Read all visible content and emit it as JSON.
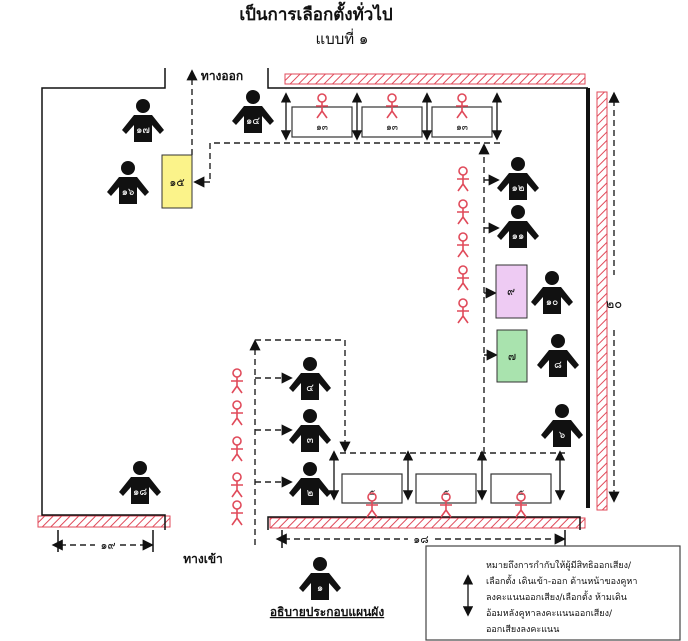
{
  "title": "เป็นการเลือกตั้งทั่วไป",
  "subtitle": "แบบที่ ๑",
  "exit_label": "ทางออก",
  "entrance_label": "ทางเข้า",
  "dimensions": {
    "right": "๒๐",
    "bottom_left": "๑๙",
    "bottom_right": "๑๘"
  },
  "persons": {
    "p17": "๑๗",
    "p16": "๑๖",
    "p14": "๑๔",
    "p12": "๑๒",
    "p11": "๑๑",
    "p10": "๑๐",
    "p8": "๘",
    "p6": "๖",
    "p4": "๔",
    "p3": "๓",
    "p2": "๒",
    "p18": "๑๘",
    "p1": "๑"
  },
  "boxes": {
    "ballot_box": "๑๕",
    "top_booth": "๑๓",
    "purple_table": "๙",
    "green_table": "๗",
    "bottom_booth": "๕"
  },
  "colors": {
    "yellow": "#fbf38a",
    "purple": "#eecbf3",
    "green": "#a9e3ae",
    "red": "#e04a5a"
  },
  "legend": {
    "caption": "อธิบายประกอบแผนผัง",
    "lines": [
      "หมายถึงการกำกับให้ผู้มีสิทธิออกเสียง/",
      "เลือกตั้ง เดินเข้า-ออก ด้านหน้าของคูหา",
      "ลงคะแนนออกเสียง/เลือกตั้ง ห้ามเดิน",
      "อ้อมหลังคูหาลงคะแนนออกเสียง/",
      "ออกเสียงลงคะแนน"
    ]
  }
}
